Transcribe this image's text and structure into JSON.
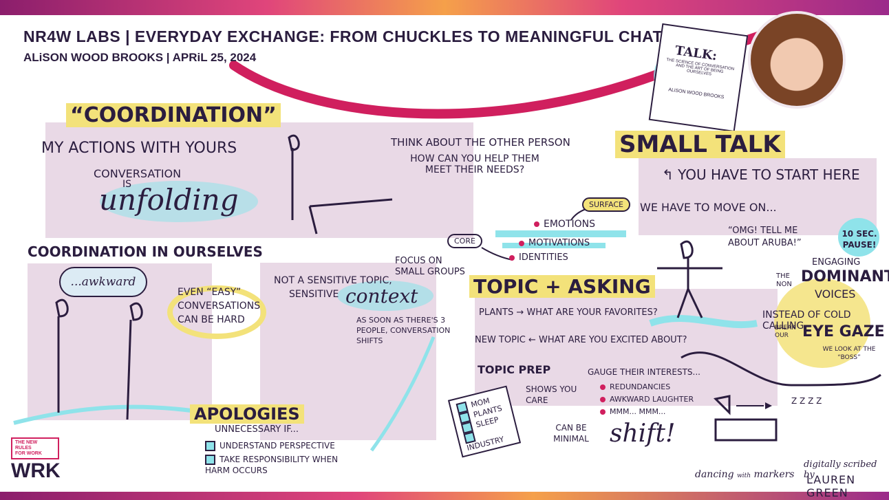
{
  "header": {
    "title": "NR4W LABS | EVERYDAY EXCHANGE: FROM CHUCKLES TO MEANINGFUL CHAT",
    "subtitle": "ALiSON WOOD BROOKS | APRiL 25, 2024"
  },
  "book": {
    "title": "TALK:",
    "subtitle": "THE SCIENCE OF CONVERSATION AND THE ART OF BEING OURSELVES",
    "author": "ALiSON WOOD BROOKS"
  },
  "coordination": {
    "title": "“COORDINATION”",
    "line1": "MY ACTIONS WITH YOURS",
    "line2": "CONVERSATION",
    "line3": "IS",
    "unfolding": "unfolding",
    "think": "THINK ABOUT THE OTHER PERSON",
    "help": "HOW CAN YOU HELP THEM MEET THEIR NEEDS?"
  },
  "ourselves": {
    "title": "COORDINATION IN OURSELVES",
    "bubble": "...awkward",
    "easy": "EVEN “EASY” CONVERSATIONS CAN BE HARD"
  },
  "context": {
    "line1": "NOT A SENSITIVE TOPIC,",
    "line2": "SENSITIVE",
    "word": "context",
    "focus": "FOCUS ON SMALL GROUPS",
    "three": "AS SOON AS THERE'S 3 PEOPLE, CONVERSATION SHIFTS"
  },
  "apologies": {
    "title": "APOLOGIES",
    "sub": "UNNECESSARY IF...",
    "items": [
      "UNDERSTAND PERSPECTIVE",
      "TAKE RESPONSIBILITY WHEN HARM OCCURS"
    ]
  },
  "layers": {
    "surface": "SURFACE",
    "core": "CORE",
    "emotions": "EMOTIONS",
    "motivations": "MOTIVATIONS",
    "identities": "IDENTITIES"
  },
  "topic": {
    "title": "TOPIC + ASKING",
    "plants": "PLANTS → WHAT ARE YOUR FAVORITES?",
    "newtopic": "NEW TOPIC ← WHAT ARE YOU EXCITED ABOUT?",
    "prep": "TOPIC PREP",
    "shows": "SHOWS YOU CARE",
    "minimal": "CAN BE MINIMAL",
    "gauge": "GAUGE THEIR INTERESTS...",
    "bullets": [
      "REDUNDANCIES",
      "AWKWARD LAUGHTER",
      "MMM... MMM..."
    ],
    "list": [
      "MOM",
      "PLANTS",
      "SLEEP",
      "INDUSTRY"
    ],
    "shift": "shift!"
  },
  "smalltalk": {
    "title": "SMALL TALK",
    "start": "YOU HAVE TO START HERE",
    "move": "WE HAVE TO MOVE ON...",
    "quote": "“OMG! TELL ME ABOUT ARUBA!”",
    "pause": "10 SEC. PAUSE!",
    "engaging": "ENGAGING",
    "the_non": "THE NON",
    "dominant": "DOMINANT",
    "voices": "VOICES",
    "instead": "INSTEAD OF COLD CALLING,",
    "break": "BREAK OUR",
    "eyegaze": "EYE GAZE",
    "boss": "WE LOOK AT THE “BOSS”",
    "zzz": "z z z z"
  },
  "footer": {
    "logo_lines": [
      "THE NEW",
      "RULES",
      "FOR WORK"
    ],
    "logo_mark": "WRK",
    "dancing1": "dancing",
    "dancing2": "with",
    "dancing3": "markers",
    "scribed": "digitally scribed by",
    "scriber": "LAUREN GREEN"
  },
  "colors": {
    "accent": "#d01f5e",
    "yellow": "#f3e27a",
    "cyan": "#8fe3ea",
    "panel": "#e9d9e6",
    "ink": "#2b1d3f"
  }
}
